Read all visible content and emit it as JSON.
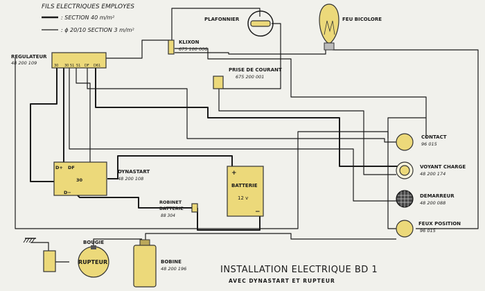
{
  "legend": {
    "title": "FILS ELECTRIQUES EMPLOYES",
    "line_thick": ": SECTION 40 m/m²",
    "line_thin": ": ϕ 20/10 SECTION 3 m/m²"
  },
  "components": {
    "regulateur": {
      "name": "REGULATEUR",
      "ref": "48 200 109",
      "terminals": [
        "30",
        "30 51",
        "51",
        "DF",
        "D61"
      ]
    },
    "plafonnier": {
      "name": "PLAFONNIER"
    },
    "feu_bicolore": {
      "name": "FEU BICOLORE"
    },
    "klixon": {
      "name": "KLIXON",
      "ref": "675 100 006"
    },
    "prise": {
      "name": "PRISE DE COURANT",
      "ref": "675 200 001"
    },
    "dynastart": {
      "name": "DYNASTART",
      "ref": "48 200 108",
      "terminals": [
        "D+",
        "DF",
        "30",
        "D−"
      ]
    },
    "batterie": {
      "name": "BATTERIE",
      "voltage": "12 v",
      "plus": "+",
      "minus": "−"
    },
    "robinet": {
      "name1": "ROBINET",
      "name2": "BATTERIE",
      "ref": "88 304"
    },
    "contact": {
      "name": "CONTACT",
      "ref": "96 015"
    },
    "voyant": {
      "name": "VOYANT CHARGE",
      "ref": "48 200 174"
    },
    "demarreur": {
      "name": "DEMARREUR",
      "ref": "48 200 088"
    },
    "feux_position": {
      "name": "FEUX POSITION",
      "ref": "96 015"
    },
    "bougie": {
      "name": "BOUGIE"
    },
    "rupteur": {
      "name": "RUPTEUR"
    },
    "bobine": {
      "name": "BOBINE",
      "ref": "48 200 196"
    }
  },
  "title": {
    "main": "INSTALLATION ELECTRIQUE  BD 1",
    "sub": "AVEC DYNASTART ET RUPTEUR"
  },
  "colors": {
    "component_fill": "#ecd97a",
    "wire": "#1a1a1a",
    "paper": "#f1f1ec"
  }
}
